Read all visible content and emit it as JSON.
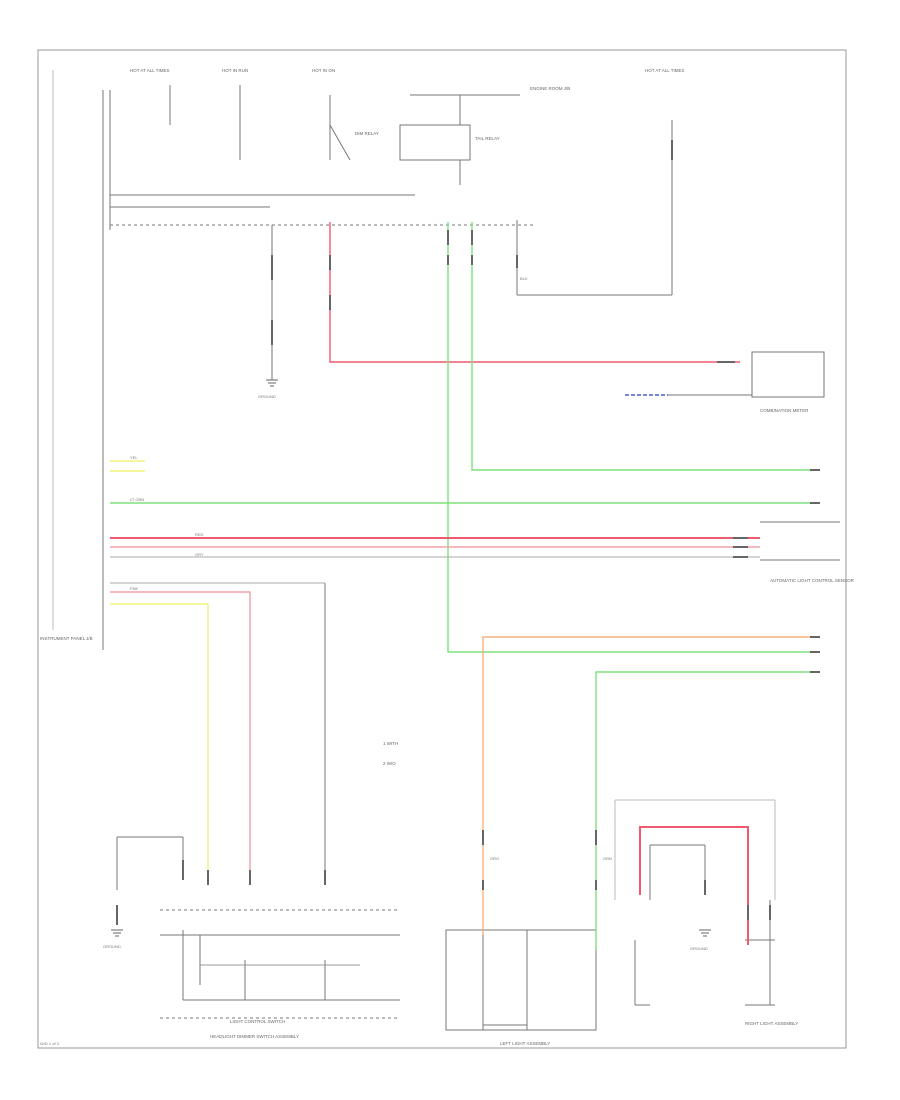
{
  "diagram": {
    "type": "wiring-schematic",
    "colors": {
      "red": "#f05a6e",
      "pink": "#f4a0aa",
      "green": "#7de07d",
      "yellow": "#f2f27a",
      "orange": "#f4b27e",
      "blue": "#4a5fd0",
      "dark": "#777777",
      "light": "#bbbbbb"
    },
    "labels": {
      "fuse_hot_at_all_times": "HOT AT ALL TIMES",
      "fuse_hot_in_run": "HOT IN RUN",
      "fuse_hot_in_on": "HOT IN ON",
      "fuse_dome": "HOT AT ALL TIMES",
      "relay_tail": "TAIL RELAY",
      "relay_dimmer": "DIM RELAY",
      "instrument_panel_jb": "INSTRUMENT PANEL J/B",
      "engine_room_jb": "ENGINE ROOM J/B",
      "ground_left": "GROUND",
      "ground_bottom": "GROUND",
      "ground_right": "GROUND",
      "combination_meter": "COMBINATION METER",
      "automatic_light_control_sensor": "AUTOMATIC LIGHT CONTROL SENSOR",
      "light_control_switch": "LIGHT CONTROL SWITCH",
      "headlight_dimmer_switch": "HEADLIGHT DIMMER SWITCH ASSEMBLY",
      "left_light_assembly": "LEFT LIGHT ASSEMBLY",
      "right_light_assembly": "RIGHT LIGHT ASSEMBLY",
      "legend_1": "1  WITH",
      "legend_2": "2  W/O",
      "sheet_ref": "W/D 1 of 3",
      "wire_red": "RED",
      "wire_grn": "GRN",
      "wire_yel": "YEL",
      "wire_pnk": "PNK",
      "wire_ltgrn": "LT GRN",
      "wire_org": "ORG",
      "wire_blk": "BLK",
      "wire_gry": "GRY"
    }
  }
}
